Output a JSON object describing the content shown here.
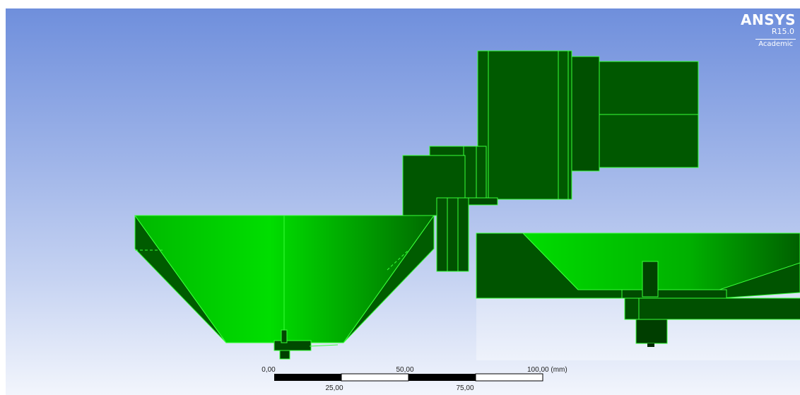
{
  "logo": {
    "brand": "ANSYS",
    "version": "R15.0",
    "license": "Academic"
  },
  "scale_bar": {
    "top_labels": [
      "0,00",
      "50,00",
      "100,00 (mm)"
    ],
    "bottom_labels": [
      "25,00",
      "75,00"
    ]
  },
  "colors": {
    "background_top": "#6f8fdc",
    "background_bottom": "#f2f5fc",
    "model_bright": "#00e000",
    "model_dark": "#005a00",
    "edge": "#39ff39"
  }
}
